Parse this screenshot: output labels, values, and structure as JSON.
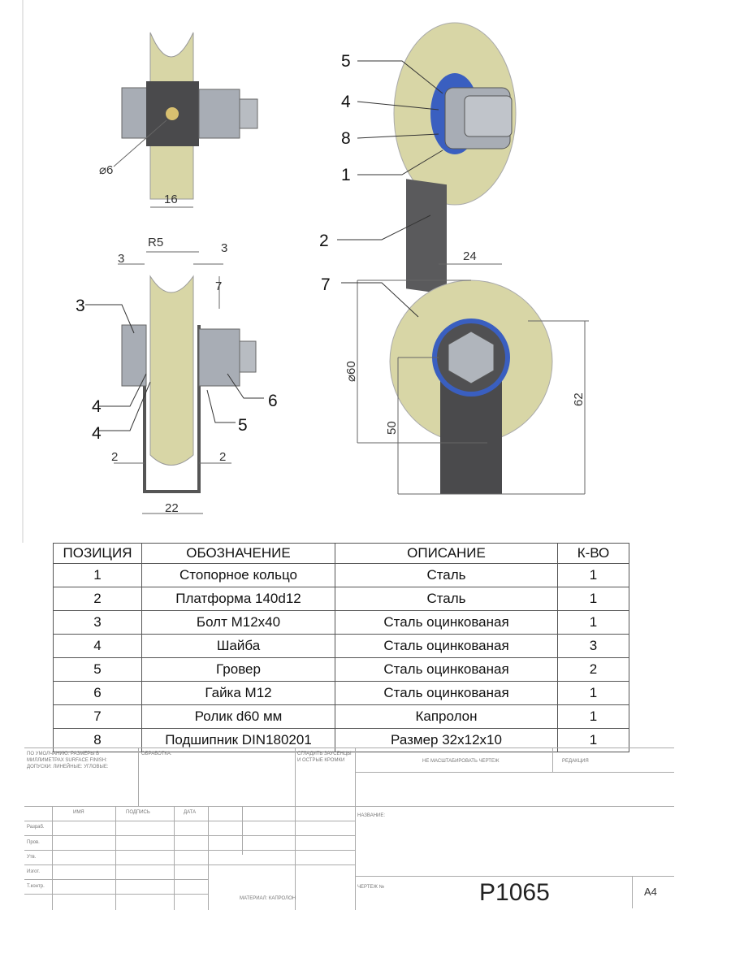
{
  "views": {
    "top_front": {
      "dia": "⌀6",
      "width": "16"
    },
    "iso": {
      "labels": [
        "5",
        "4",
        "8",
        "1",
        "2"
      ]
    },
    "front": {
      "r": "R5",
      "left": "3",
      "right": "3",
      "depth": "7",
      "gap_l": "2",
      "gap_r": "2",
      "width": "22",
      "labels": [
        "3",
        "4",
        "4",
        "5",
        "6"
      ]
    },
    "side": {
      "label": "7",
      "top": "24",
      "dia": "⌀60",
      "h50": "50",
      "h62": "62"
    }
  },
  "colors": {
    "wheel": "#d8d6a6",
    "steel": "#9aa0a8",
    "bearing": "#3a5fc0",
    "bracket": "#5a5a5c"
  },
  "table": {
    "headers": [
      "ПОЗИЦИЯ",
      "ОБОЗНАЧЕНИЕ",
      "ОПИСАНИЕ",
      "К-ВО"
    ],
    "rows": [
      [
        "1",
        "Стопорное кольцо",
        "Сталь",
        "1"
      ],
      [
        "2",
        "Платформа 140d12",
        "Сталь",
        "1"
      ],
      [
        "3",
        "Болт М12х40",
        "Сталь оцинкованая",
        "1"
      ],
      [
        "4",
        "Шайба",
        "Сталь оцинкованая",
        "3"
      ],
      [
        "5",
        "Гровер",
        "Сталь оцинкованая",
        "2"
      ],
      [
        "6",
        "Гайка М12",
        "Сталь оцинкованая",
        "1"
      ],
      [
        "7",
        "Ролик d60 мм",
        "Капролон",
        "1"
      ],
      [
        "8",
        "Подшипник DIN180201",
        "Размер 32х12х10",
        "1"
      ]
    ]
  },
  "title_block": {
    "defaults": "ПО УМОЛЧАНИЮ: РАЗМЕРЫ В МИЛЛИМЕТРАХ SURFACE FINISH: ДОПУСКИ: ЛИНЕЙНЫЕ: УГЛОВЫЕ:",
    "finish": "ОБРАБОТКА:",
    "deburr": "СГЛАДИТЬ ЗАУСЕНЦЫ И ОСТРЫЕ КРОМКИ",
    "no_scale": "НЕ МАСШТАБИРОВАТЬ ЧЕРТЕЖ",
    "revision": "РЕДАКЦИЯ",
    "cols": [
      "ИМЯ",
      "ПОДПИСЬ",
      "ДАТА"
    ],
    "roles": [
      "Разраб.",
      "Пров.",
      "Утв.",
      "Изгот.",
      "Т.контр."
    ],
    "name": "НАЗВАНИЕ:",
    "material": "МАТЕРИАЛ: КАПРОЛОН",
    "drawing_no_label": "ЧЕРТЕЖ №",
    "drawing_no": "P1065",
    "format": "A4"
  }
}
